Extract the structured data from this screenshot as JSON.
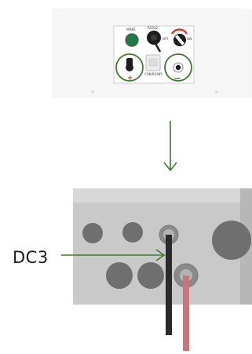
{
  "panel": {
    "labels": {
      "wake": "WAKE",
      "rs232": "RS232",
      "off": "OFF",
      "on": "ON",
      "can_rs485": "CAN/RS485"
    },
    "polarity": {
      "positive": "+",
      "negative": "—"
    }
  },
  "callout": {
    "label": "DC3"
  },
  "colors": {
    "highlight_green": "#3f7a2c",
    "wake_button": "#1f7a45",
    "enclosure": "#c9c9c9",
    "hole": "#6f6f6f",
    "positive_cable": "#c77779",
    "negative_cable": "#2a2a2a",
    "switch_arc_red": "#d22f2f"
  }
}
